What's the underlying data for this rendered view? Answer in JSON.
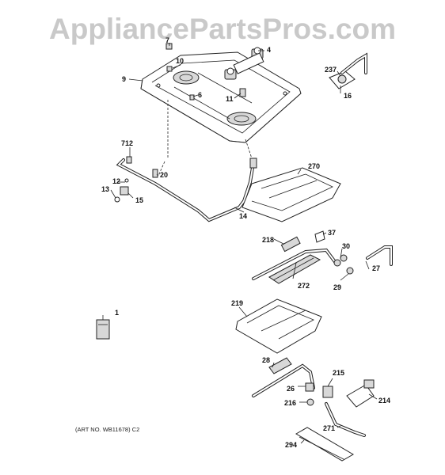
{
  "watermark": "AppliancePartsPros.com",
  "art_note": "(ART NO. WB11678) C2",
  "callouts": {
    "p1": "1",
    "p4": "4",
    "p6": "6",
    "p9": "9",
    "p10": "10",
    "p11": "11",
    "p12": "12",
    "p13": "13",
    "p14": "14",
    "p15": "15",
    "p16": "16",
    "p20": "20",
    "p26": "26",
    "p27": "27",
    "p28": "28",
    "p29": "29",
    "p30": "30",
    "p37": "37",
    "p214": "214",
    "p215": "215",
    "p216": "216",
    "p218": "218",
    "p219": "219",
    "p237": "237",
    "p270": "270",
    "p271": "271",
    "p272": "272",
    "p294": "294",
    "p712": "712"
  }
}
